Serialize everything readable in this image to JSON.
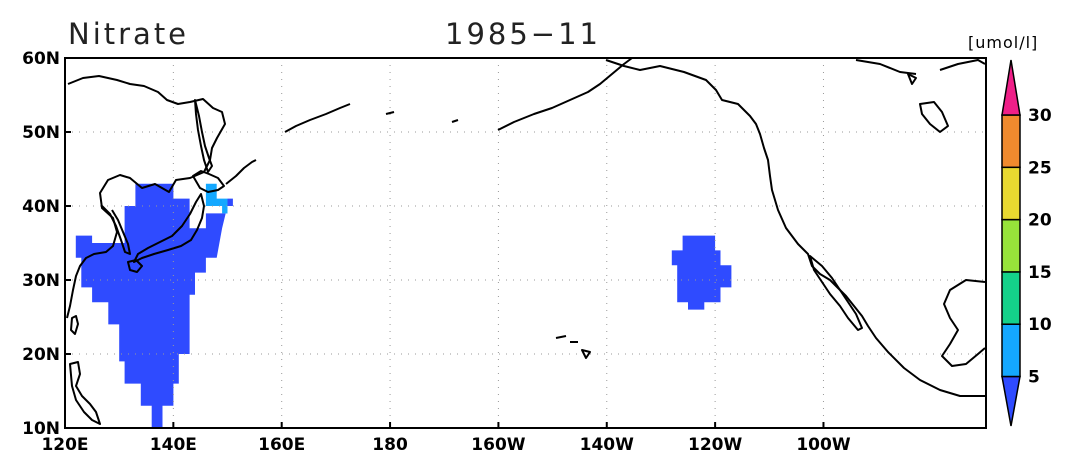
{
  "title": {
    "variable": "Nitrate",
    "date": "1985−11",
    "units": "[umol/l]"
  },
  "map": {
    "lon_range": [
      120,
      290
    ],
    "lat_range": [
      10,
      60
    ],
    "x_ticks": [
      "120E",
      "140E",
      "160E",
      "180",
      "160W",
      "140W",
      "120W",
      "100W"
    ],
    "y_ticks": [
      "10N",
      "20N",
      "30N",
      "40N",
      "50N",
      "60N"
    ]
  },
  "colorbar": {
    "labels": [
      "5",
      "10",
      "15",
      "20",
      "25",
      "30"
    ],
    "colors": [
      "#2f4bff",
      "#14a8ff",
      "#14d18a",
      "#97e33a",
      "#e8d930",
      "#f08a2e",
      "#ef1f88"
    ]
  },
  "field": {
    "cell_size_deg": 1,
    "regions": [
      {
        "name": "western-pacific-low",
        "value_bin": 0,
        "color": "#2f4bff"
      },
      {
        "name": "kuril-patch",
        "value_bin": 1,
        "color": "#14a8ff"
      },
      {
        "name": "california-low",
        "value_bin": 0,
        "color": "#2f4bff"
      }
    ]
  }
}
